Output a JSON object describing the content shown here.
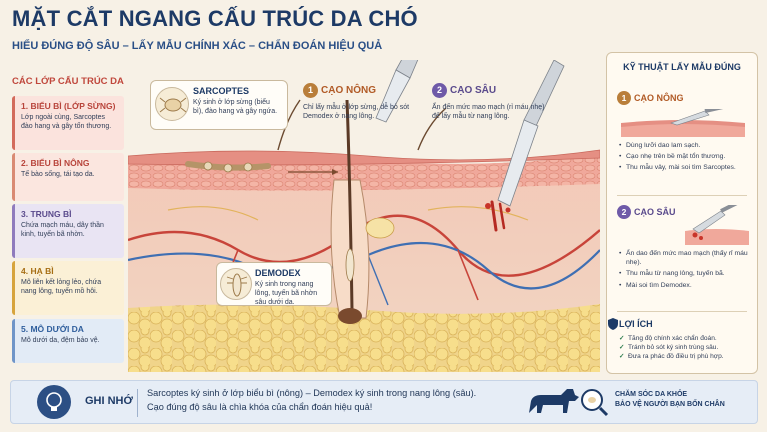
{
  "header": {
    "title": "MẶT CẮT NGANG CẤU TRÚC DA CHÓ",
    "subtitle": "HIỂU ĐÚNG ĐỘ SÂU – LẤY MẪU CHÍNH XÁC – CHẨN ĐOÁN HIỆU QUẢ"
  },
  "layers": {
    "title": "CÁC LỚP CẤU TRÚC DA",
    "items": [
      {
        "name": "1. BIỂU BÌ (LỚP SỪNG)",
        "desc": "Lớp ngoài cùng, Sarcoptes đào hang và gây tổn thương."
      },
      {
        "name": "2. BIỂU BÌ NÔNG",
        "desc": "Tế bào sống, tái tạo da."
      },
      {
        "name": "3. TRUNG BÌ",
        "desc": "Chứa mạch máu, dây thần kinh, tuyến bã nhờn."
      },
      {
        "name": "4. HẠ BÌ",
        "desc": "Mô liên kết lỏng lẻo, chứa nang lông, tuyến mồ hôi."
      },
      {
        "name": "5. MÔ DƯỚI DA",
        "desc": "Mô dưới da, đệm bảo vệ."
      }
    ]
  },
  "sarcoptes": {
    "title": "SARCOPTES",
    "desc": "Ký sinh ở lớp sừng (biểu bì), đào hang và gây ngứa."
  },
  "demodex": {
    "title": "DEMODEX",
    "desc": "Ký sinh trong nang lông, tuyến bã nhờn sâu dưới da."
  },
  "steps": {
    "shallow": {
      "num": "1",
      "title": "CẠO NÔNG",
      "desc": "Chỉ lấy mẫu ở lớp sừng, dễ bỏ sót Demodex ở nang lông."
    },
    "deep": {
      "num": "2",
      "title": "CẠO SÂU",
      "desc": "Ấn đến mức mao mạch (rỉ máu nhẹ) để lấy mẫu từ nang lông."
    }
  },
  "right_panel": {
    "title": "KỸ THUẬT LẤY MẪU ĐÚNG",
    "shallow": {
      "num": "1",
      "title": "CẠO NÔNG",
      "items": [
        "Dùng lưỡi dao lam sạch.",
        "Cạo nhẹ trên bề mặt tổn thương.",
        "Thu mẫu vảy, mài soi tìm Sarcoptes."
      ]
    },
    "deep": {
      "num": "2",
      "title": "CẠO SÂU",
      "items": [
        "Ấn dao đến mức mao mạch (thấy rỉ máu nhẹ).",
        "Thu mẫu từ nang lông, tuyến bã.",
        "Mài soi tìm Demodex."
      ]
    },
    "benefits": {
      "title": "LỢI ÍCH",
      "items": [
        "Tăng độ chính xác chẩn đoán.",
        "Tránh bỏ sót ký sinh trùng sâu.",
        "Đưa ra phác đồ điều trị phù hợp."
      ]
    }
  },
  "footer": {
    "label": "GHI NHỚ",
    "line1": "Sarcoptes ký sinh ở lớp biểu bì (nông) – Demodex ký sinh trong nang lông (sâu).",
    "line2": "Cạo đúng độ sâu là chìa khóa của chẩn đoán hiệu quả!",
    "care_line1": "CHĂM SÓC DA KHỎE",
    "care_line2": "BẢO VỆ NGƯỜI BẠN BỐN CHÂN"
  },
  "colors": {
    "navy": "#1d3a66",
    "red_accent": "#c0473c",
    "purple": "#6f5aa8",
    "brown": "#b97e3a"
  }
}
